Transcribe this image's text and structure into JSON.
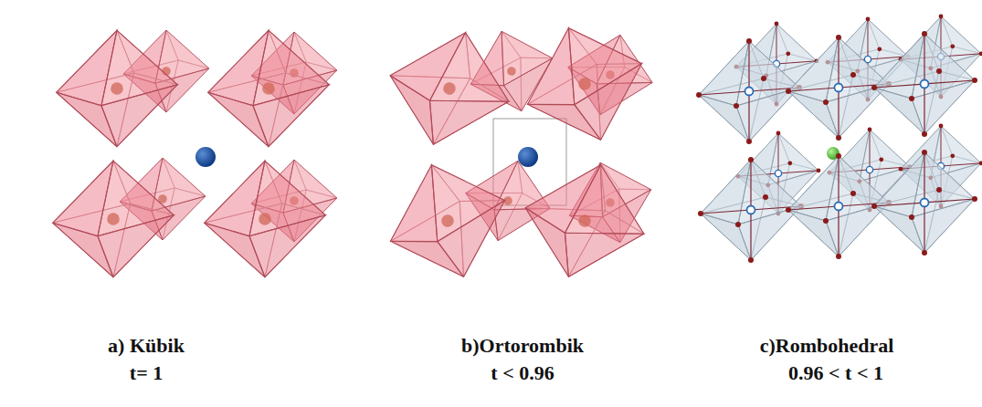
{
  "diagram": {
    "labels": [
      "a) Kübik",
      "t= 1",
      "b)Ortorombik",
      "t < 0.96",
      "c)Rombohedral",
      "0.96 < t < 1"
    ]
  }
}
